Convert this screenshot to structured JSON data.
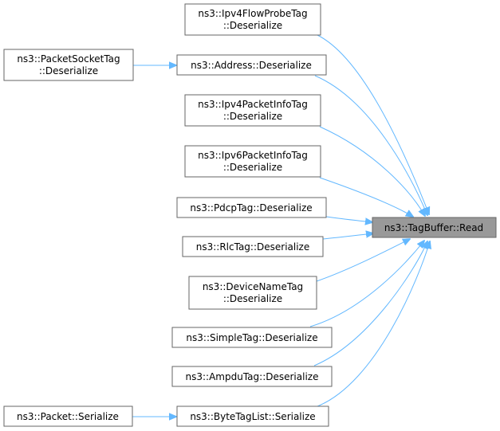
{
  "colors": {
    "edge": "#63b8ff",
    "node_border": "#666666",
    "node_fill": "#ffffff",
    "focus_fill": "#999999",
    "text": "#000000"
  },
  "nodes": {
    "ipv4flowprobe": {
      "line1": "ns3::Ipv4FlowProbeTag",
      "line2": "::Deserialize"
    },
    "packetsocket": {
      "line1": "ns3::PacketSocketTag",
      "line2": "::Deserialize"
    },
    "address": {
      "line1": "ns3::Address::Deserialize"
    },
    "ipv4packetinfo": {
      "line1": "ns3::Ipv4PacketInfoTag",
      "line2": "::Deserialize"
    },
    "ipv6packetinfo": {
      "line1": "ns3::Ipv6PacketInfoTag",
      "line2": "::Deserialize"
    },
    "pdcptag": {
      "line1": "ns3::PdcpTag::Deserialize"
    },
    "tagbuffer": {
      "line1": "ns3::TagBuffer::Read"
    },
    "rlctag": {
      "line1": "ns3::RlcTag::Deserialize"
    },
    "devicename": {
      "line1": "ns3::DeviceNameTag",
      "line2": "::Deserialize"
    },
    "simpletag": {
      "line1": "ns3::SimpleTag::Deserialize"
    },
    "ampdutag": {
      "line1": "ns3::AmpduTag::Deserialize"
    },
    "packet": {
      "line1": "ns3::Packet::Serialize"
    },
    "bytetaglist": {
      "line1": "ns3::ByteTagList::Serialize"
    }
  }
}
